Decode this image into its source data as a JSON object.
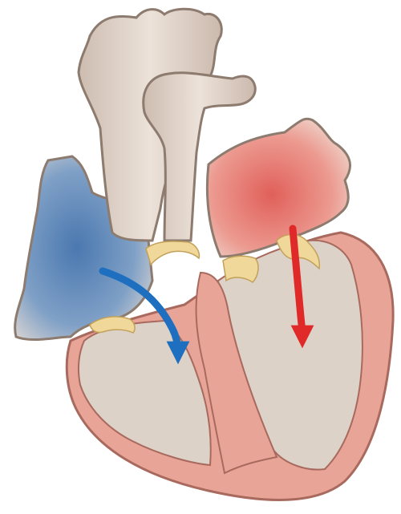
{
  "figure": {
    "kind": "heart-cross-section",
    "icon": "heart-anatomy-icon",
    "colors": {
      "background": "#ffffff",
      "wall": "#e8a496",
      "wall_outline": "#a86a5e",
      "cavity": "#ddd2c8",
      "vessel": "#d9c9bd",
      "vessel_outline": "#8c7b6e",
      "deoxygenated": "#4a78b0",
      "oxygenated": "#e04a45",
      "valve": "#f0d79a",
      "arrow_blue": "#1f6fc0",
      "arrow_red": "#e02a2a"
    },
    "flow_arrows": [
      {
        "name": "right-side-flow-arrow",
        "color_key": "arrow_blue"
      },
      {
        "name": "left-side-flow-arrow",
        "color_key": "arrow_red"
      }
    ]
  }
}
